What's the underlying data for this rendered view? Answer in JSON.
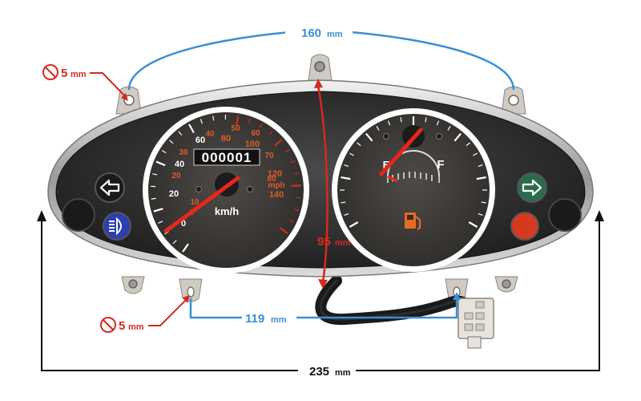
{
  "dimensions": {
    "top_width": {
      "value": "160",
      "unit": "mm"
    },
    "bottom_width": {
      "value": "119",
      "unit": "mm"
    },
    "overall_width": {
      "value": "235",
      "unit": "mm"
    },
    "height": {
      "value": "95",
      "unit": "mm"
    },
    "hole_top": {
      "symbol": "⃠",
      "value": "5",
      "unit": "mm"
    },
    "hole_bottom": {
      "symbol": "⃠",
      "value": "5",
      "unit": "mm"
    }
  },
  "speedometer": {
    "unit_label": "km/h",
    "mph_label": "mph",
    "odometer": "000001",
    "kmh_ticks": [
      "0",
      "20",
      "40",
      "60",
      "80",
      "100",
      "120",
      "140"
    ],
    "mph_ticks": [
      "0",
      "10",
      "20",
      "30",
      "40",
      "50",
      "60",
      "70",
      "80"
    ]
  },
  "fuel_gauge": {
    "full_label": "F",
    "empty_label": "E"
  },
  "colors": {
    "blue_dim": "#3a8fd6",
    "red_dim": "#d42a1f",
    "needle": "#e8261a",
    "fuel_icon": "#e86a1e",
    "high_beam": "#2c3fb0",
    "turn_indicator": "#2a6b4c",
    "reflector": "#d63a1e"
  },
  "icons": [
    "left-arrow-icon",
    "right-arrow-icon",
    "headlight-icon",
    "fuel-pump-icon"
  ]
}
